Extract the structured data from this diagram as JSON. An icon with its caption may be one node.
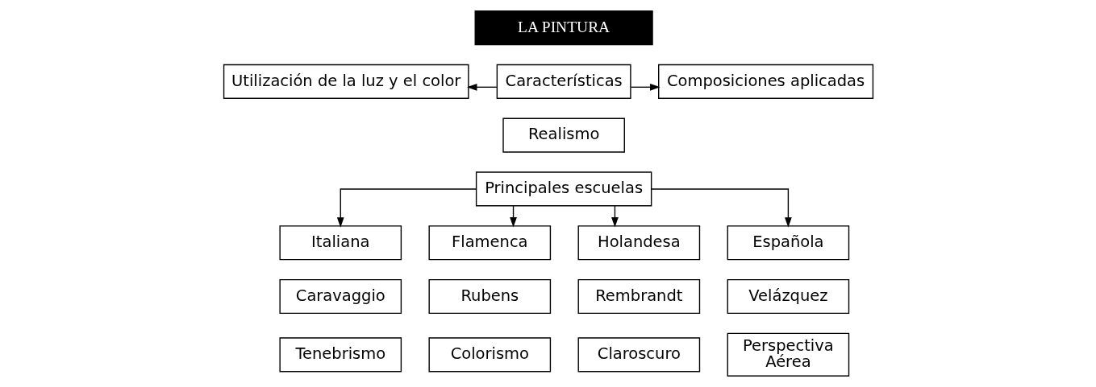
{
  "diagram": {
    "nodes": [
      {
        "text": [
          "LA PINTURA"
        ]
      },
      {
        "text": [
          "Utilización de la luz y el color"
        ]
      },
      {
        "text": [
          "Características"
        ]
      },
      {
        "text": [
          "Composiciones aplicadas"
        ]
      },
      {
        "text": [
          "Realismo"
        ]
      },
      {
        "text": [
          "Principales escuelas"
        ]
      },
      {
        "text": [
          "Italiana"
        ]
      },
      {
        "text": [
          "Caravaggio"
        ]
      },
      {
        "text": [
          "Tenebrismo"
        ]
      },
      {
        "text": [
          "Flamenca"
        ]
      },
      {
        "text": [
          "Rubens"
        ]
      },
      {
        "text": [
          "Colorismo"
        ]
      },
      {
        "text": [
          "Holandesa"
        ]
      },
      {
        "text": [
          "Rembrandt"
        ]
      },
      {
        "text": [
          "Claroscuro"
        ]
      },
      {
        "text": [
          "Española"
        ]
      },
      {
        "text": [
          "Velázquez"
        ]
      },
      {
        "text": [
          "Perspectiva Aérea"
        ]
      }
    ],
    "edges": [
      {
        "from": 2,
        "to": 1,
        "arrow": "to"
      },
      {
        "from": 2,
        "to": 3,
        "arrow": "to"
      },
      {
        "from": 5,
        "to": 6,
        "arrow": "to"
      },
      {
        "from": 5,
        "to": 9,
        "arrow": "to"
      },
      {
        "from": 5,
        "to": 12,
        "arrow": "to"
      },
      {
        "from": 5,
        "to": 15,
        "arrow": "to"
      }
    ]
  }
}
